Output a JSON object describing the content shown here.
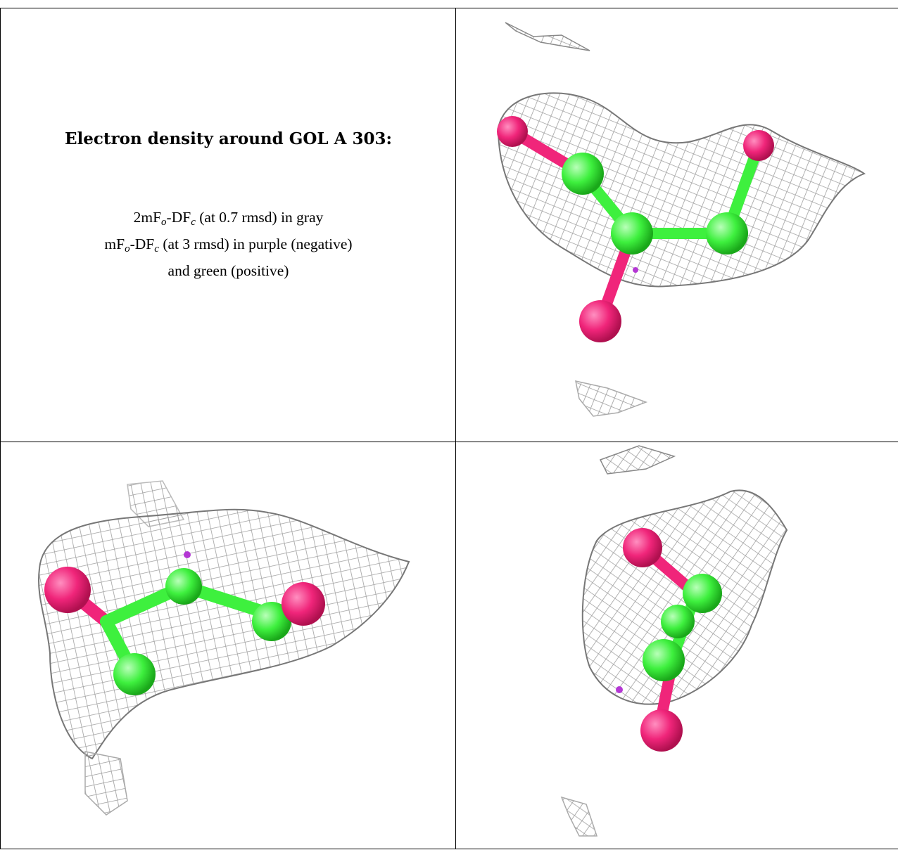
{
  "caption": {
    "title": "Electron density around GOL A 303:",
    "line1_pre": "2mF",
    "line1_sub1": "o",
    "line1_mid": "-DF",
    "line1_sub2": "c",
    "line1_post": " (at 0.7 rmsd) in gray",
    "line2_pre": "mF",
    "line2_sub1": "o",
    "line2_mid": "-DF",
    "line2_sub2": "c",
    "line2_post": " (at 3 rmsd) in purple (negative)",
    "line3": "and green (positive)"
  },
  "colors": {
    "mesh": "#b8b8b8",
    "mesh_dark": "#7a7a7a",
    "oxygen": "#f0257a",
    "carbon": "#3ef03e",
    "negative_density": "#b437d4",
    "rule": "#000000"
  },
  "panels": [
    {
      "id": "top-right",
      "view": "view-1"
    },
    {
      "id": "bottom-left",
      "view": "view-2"
    },
    {
      "id": "bottom-right",
      "view": "view-3"
    }
  ]
}
